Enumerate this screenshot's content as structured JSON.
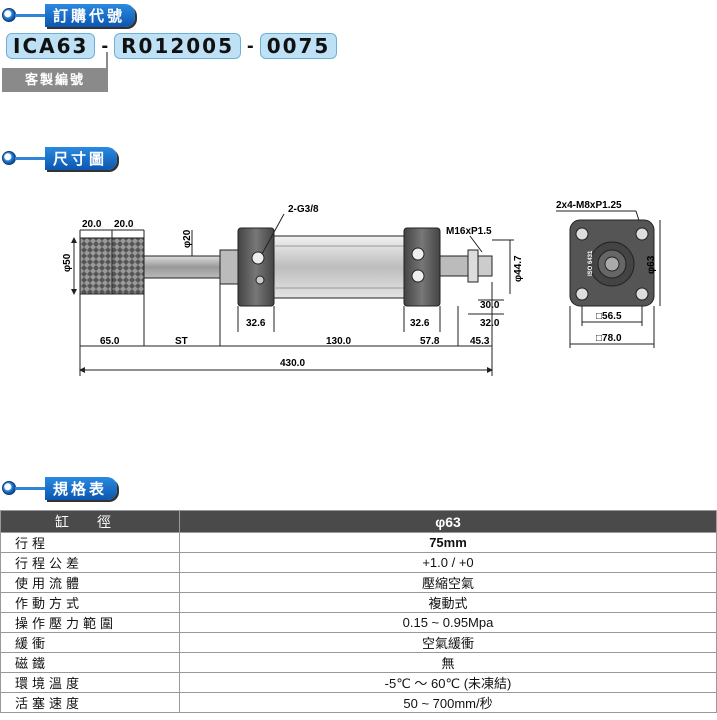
{
  "sections": {
    "order": "訂購代號",
    "dimensions": "尺寸圖",
    "spec": "規格表"
  },
  "order_code": {
    "parts": [
      "ICA63",
      "R012005",
      "0075"
    ],
    "separator": "-",
    "note": "客製編號"
  },
  "drawing": {
    "top_dims": [
      "20.0",
      "20.0"
    ],
    "port_label": "2-G3/8",
    "thread_label": "M16xP1.5",
    "dia_50": "φ50",
    "dia_20": "φ20",
    "dia_44_7": "φ44.7",
    "dim_32_6_a": "32.6",
    "dim_32_6_b": "32.6",
    "dim_30": "30.0",
    "dim_32": "32.0",
    "bottom_dims": [
      "65.0",
      "ST",
      "130.0",
      "57.8",
      "45.3"
    ],
    "total": "430.0",
    "end_label": "2x4-M8xP1.25",
    "end_dia": "φ63",
    "end_sq_inner": "□56.5",
    "end_sq_outer": "□78.0",
    "iso_text": "ISO 6431"
  },
  "spec_table": {
    "header": {
      "label": "缸徑",
      "value": "φ63"
    },
    "rows": [
      {
        "label": "行程",
        "value": "75mm"
      },
      {
        "label": "行程公差",
        "value": "+1.0 / +0"
      },
      {
        "label": "使用流體",
        "value": "壓縮空氣"
      },
      {
        "label": "作動方式",
        "value": "複動式"
      },
      {
        "label": "操作壓力範圍",
        "value": "0.15 ~ 0.95Mpa"
      },
      {
        "label": "緩衝",
        "value": "空氣緩衝"
      },
      {
        "label": "磁鐵",
        "value": "無"
      },
      {
        "label": "環境溫度",
        "value": "-5℃ ～ 60℃ (未凍結)"
      },
      {
        "label": "活塞速度",
        "value": "50 ~ 700mm/秒"
      }
    ]
  }
}
